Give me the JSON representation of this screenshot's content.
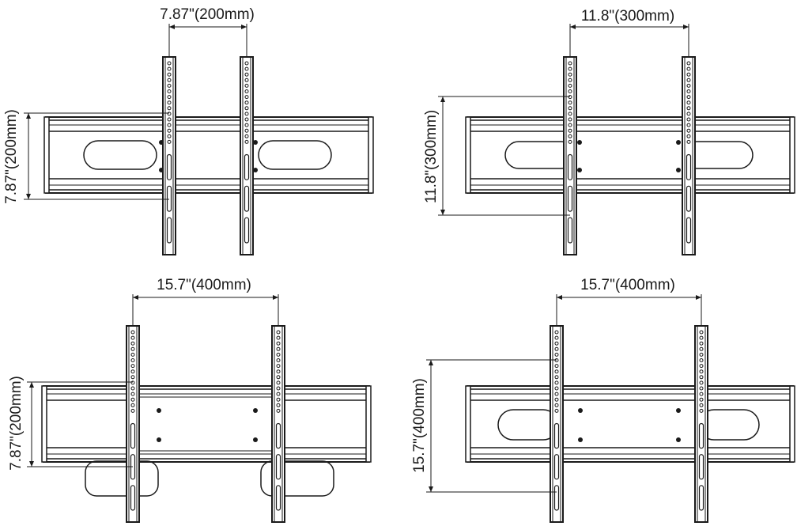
{
  "diagrams": [
    {
      "id": "panel-1",
      "horizontal_label": "7.87\"(200mm)",
      "vertical_label": "7.87\"(200mm)",
      "center_plate": false,
      "oval_slots": "inside",
      "lower_loops": false
    },
    {
      "id": "panel-2",
      "horizontal_label": "11.8\"(300mm)",
      "vertical_label": "11.8\"(300mm)",
      "center_plate": false,
      "oval_slots": "behind",
      "lower_loops": false
    },
    {
      "id": "panel-3",
      "horizontal_label": "15.7\"(400mm)",
      "vertical_label": "7.87\"(200mm)",
      "center_plate": true,
      "oval_slots": "none",
      "lower_loops": true
    },
    {
      "id": "panel-4",
      "horizontal_label": "15.7\"(400mm)",
      "vertical_label": "15.7\"(400mm)",
      "center_plate": false,
      "oval_slots": "behind",
      "lower_loops": false
    }
  ],
  "colors": {
    "line": "#1a1a1a",
    "background": "#ffffff"
  }
}
